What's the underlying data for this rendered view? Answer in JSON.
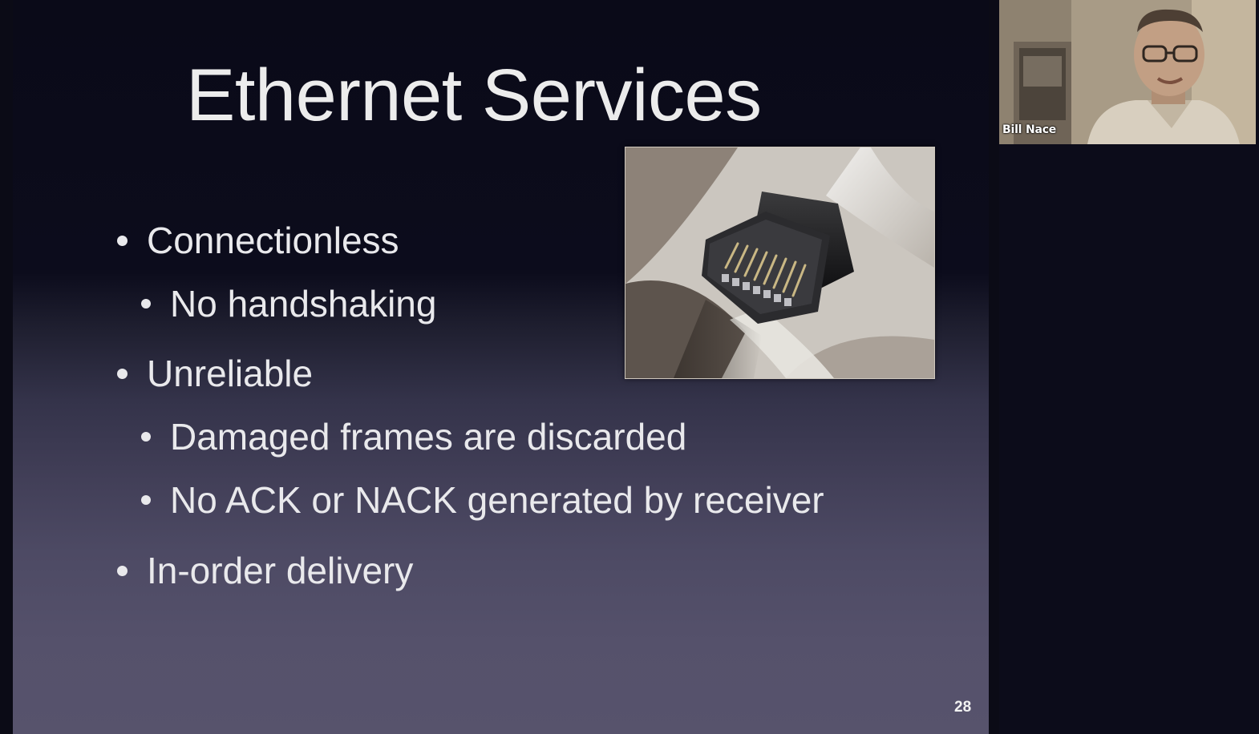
{
  "slide": {
    "title": "Ethernet Services",
    "bullets": [
      {
        "level": 1,
        "text": "Connectionless"
      },
      {
        "level": 2,
        "text": "No handshaking"
      },
      {
        "level": 1,
        "text": "Unreliable"
      },
      {
        "level": 2,
        "text": "Damaged frames are discarded"
      },
      {
        "level": 2,
        "text": "No ACK or NACK generated by receiver"
      },
      {
        "level": 1,
        "text": "In-order delivery"
      }
    ],
    "image_subject": "ethernet-rj45-connector",
    "slide_number": "28"
  },
  "participant": {
    "name": "Bill Nace"
  },
  "colors": {
    "page_background": "#0c0c1a",
    "slide_gradient_top": "#0a0a18",
    "slide_gradient_bottom": "#57536c",
    "text": "#e9e9ec"
  }
}
